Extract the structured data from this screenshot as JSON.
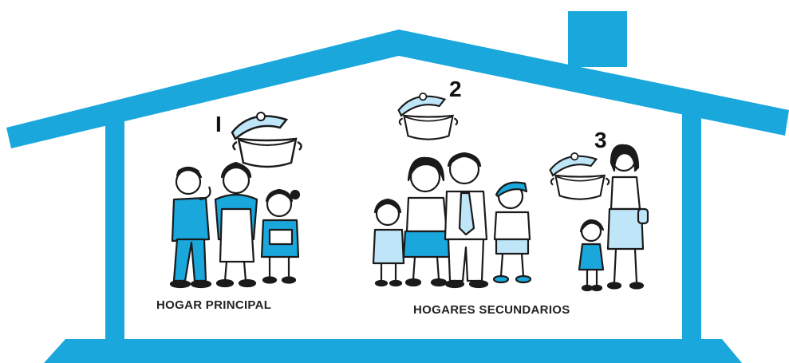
{
  "colors": {
    "house_blue": "#19a7dc",
    "light_blue": "#bfe6f8",
    "outline": "#1a1a1a",
    "skin": "#ffffff",
    "hair": "#1a1a1a"
  },
  "icons": [
    "house",
    "cooking-pot",
    "cooking-pot",
    "cooking-pot"
  ],
  "markers": {
    "pot_1": "I",
    "pot_2": "2",
    "pot_3": "3"
  },
  "captions": {
    "main_household": "HOGAR PRINCIPAL",
    "secondary_households": "HOGARES SECUNDARIOS"
  }
}
